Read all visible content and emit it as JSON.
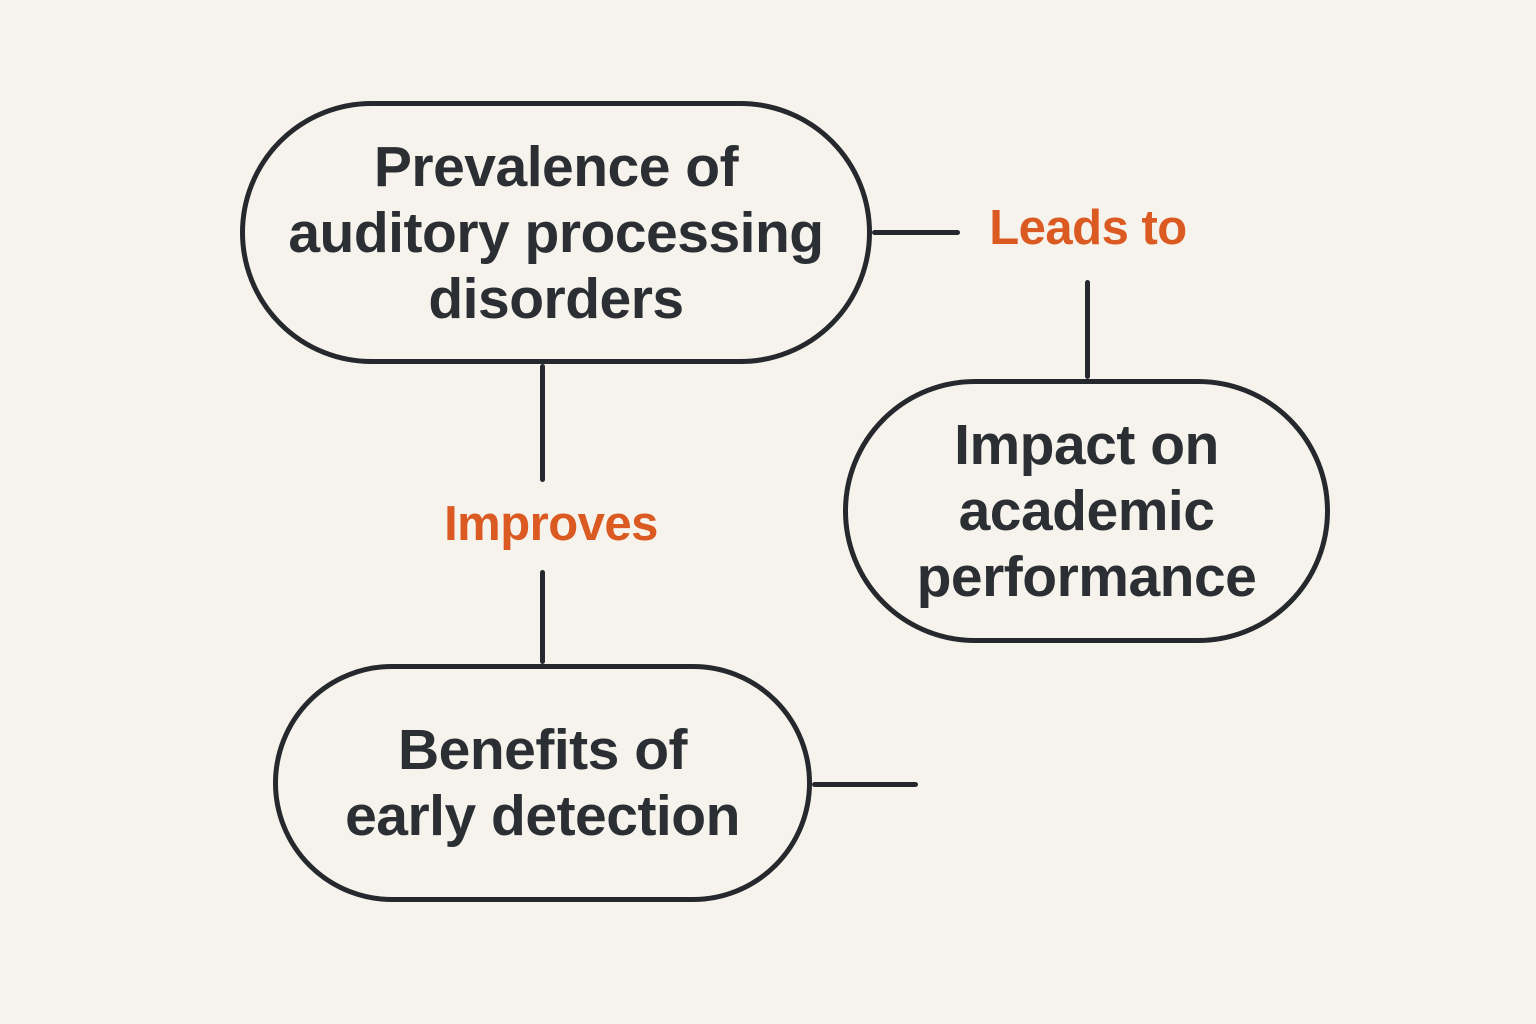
{
  "colors": {
    "bg": "#f6f3ed",
    "stroke": "#25282c",
    "ink": "#2b2e33",
    "accent": "#db5a22"
  },
  "diagram": {
    "type": "concept-map",
    "nodes": [
      {
        "id": "prevalence",
        "label": "Prevalence of auditory processing disorders",
        "lines": [
          "Prevalence of",
          "auditory processing",
          "disorders"
        ]
      },
      {
        "id": "impact",
        "label": "Impact on academic performance",
        "lines": [
          "Impact on",
          "academic",
          "performance"
        ]
      },
      {
        "id": "benefits",
        "label": "Benefits of early detection",
        "lines": [
          "Benefits of",
          "early detection"
        ]
      }
    ],
    "edges": [
      {
        "from": "Prevalence of auditory processing disorders",
        "to": "Impact on academic performance",
        "label": "Leads to"
      },
      {
        "from": "Prevalence of auditory processing disorders",
        "to": "Benefits of early detection",
        "label": "Improves"
      },
      {
        "from": "Benefits of early detection",
        "to": "",
        "label": ""
      }
    ]
  }
}
